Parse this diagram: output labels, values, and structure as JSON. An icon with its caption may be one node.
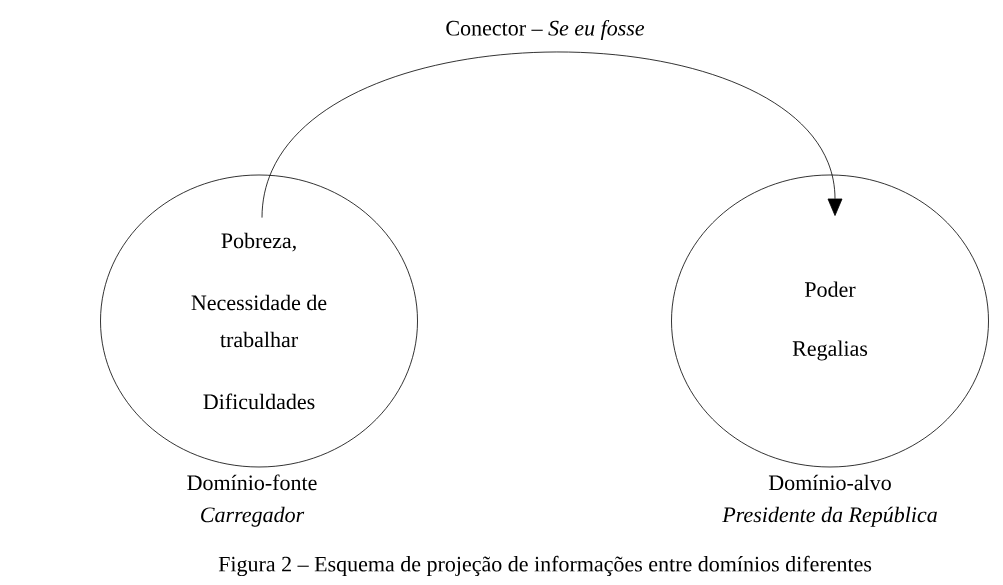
{
  "diagram": {
    "caption": "Figura 2 – Esquema de projeção de informações entre domínios diferentes",
    "nodes": [
      {
        "text": [
          "Pobreza,",
          "Necessidade de trabalhar",
          "Dificuldades"
        ],
        "beside": [
          "Domínio-fonte",
          "Carregador"
        ]
      },
      {
        "text": [
          "Poder",
          "Regalias"
        ],
        "beside": [
          "Domínio-alvo",
          "Presidente da República"
        ]
      }
    ],
    "edges": [
      {
        "from": 0,
        "to": 1,
        "arrow": "to",
        "label": "Conector – *Se eu fosse*"
      }
    ]
  }
}
